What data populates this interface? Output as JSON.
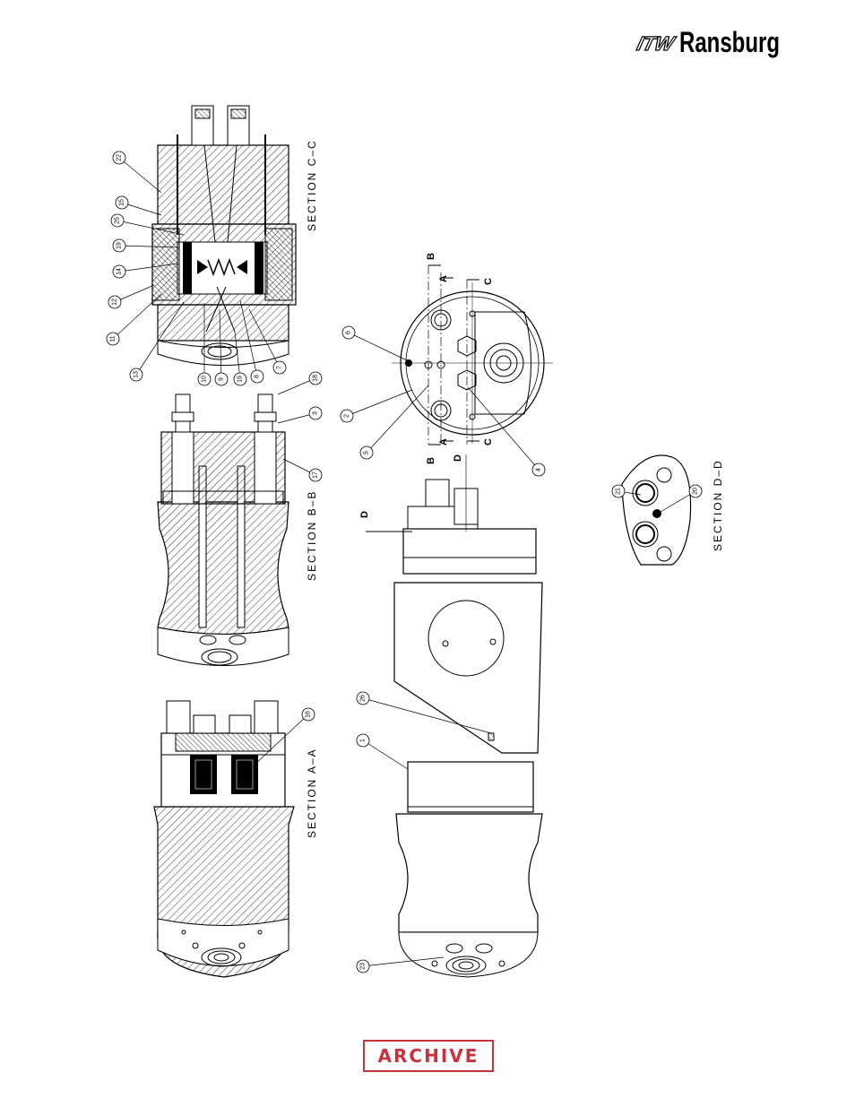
{
  "brand": {
    "prefix": "ITW",
    "name": "Ransburg"
  },
  "stamp": "ARCHIVE",
  "sections": {
    "aa": "SECTION  A–A",
    "bb": "SECTION  B–B",
    "cc": "SECTION  C–C",
    "dd": "SECTION  D–D"
  },
  "cut_labels": {
    "a": "A",
    "b": "B",
    "c": "C",
    "d": "D"
  },
  "callouts": {
    "c1": "1",
    "c2": "2",
    "c3": "3",
    "c4": "4",
    "c5": "5",
    "c6": "6",
    "c7": "7",
    "c8": "8",
    "c9": "9",
    "c10": "10",
    "c11": "11",
    "c12": "12",
    "c13": "13",
    "c14": "14",
    "c15": "15",
    "c16": "16",
    "c17": "17",
    "c18": "18",
    "c19a": "19",
    "c19b": "19",
    "c20": "20",
    "c21": "21",
    "c22": "22",
    "c23": "23",
    "c25": "25",
    "c26": "26"
  }
}
